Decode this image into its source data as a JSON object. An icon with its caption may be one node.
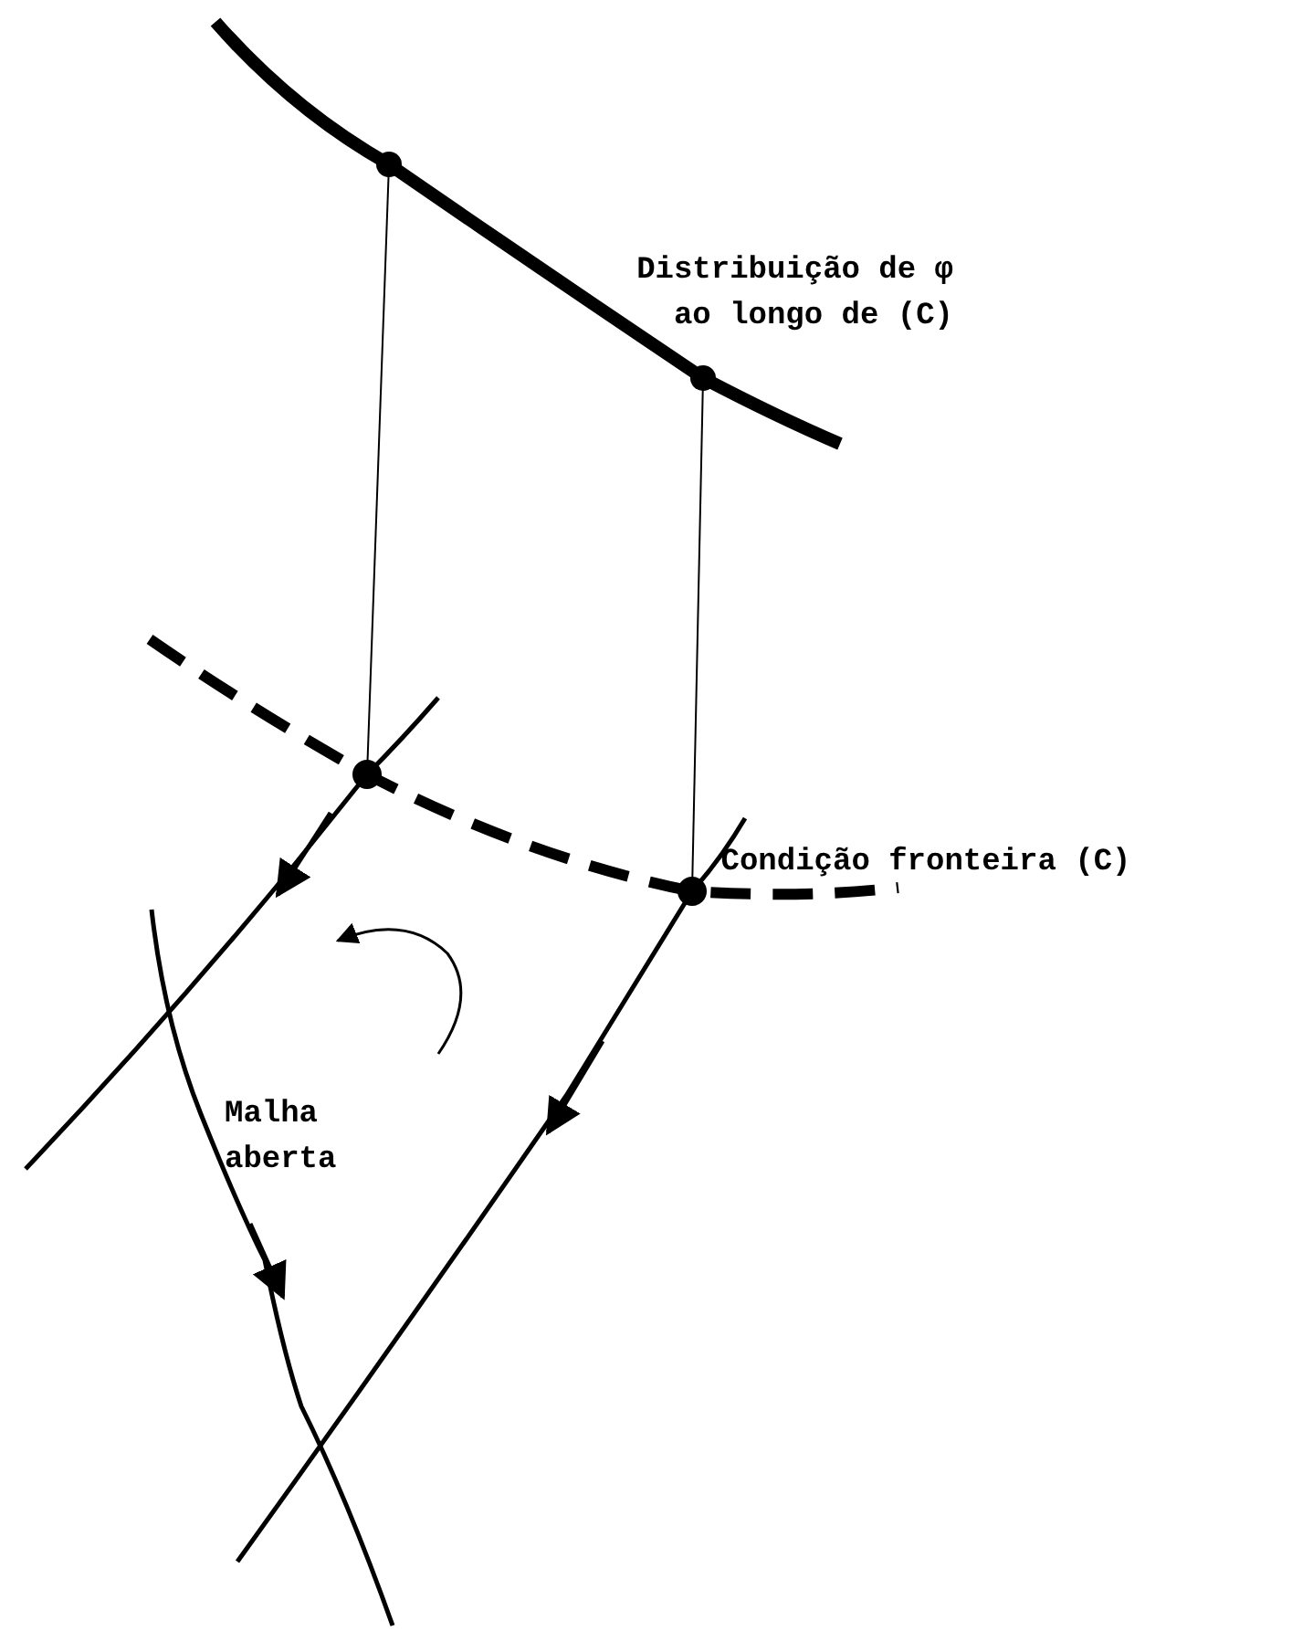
{
  "diagram": {
    "labels": [
      "Distribuição de φ ao longo de (C)",
      "Condição fronteira (C)",
      "Malha aberta"
    ]
  }
}
